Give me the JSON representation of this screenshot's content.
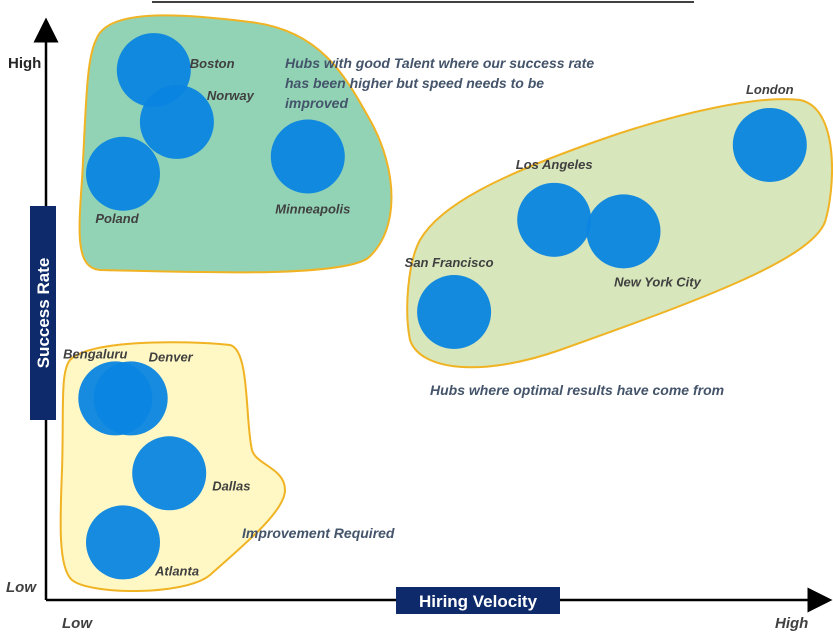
{
  "chart_data": {
    "type": "scatter",
    "title": "",
    "xlabel": "Hiring Velocity",
    "ylabel": "Success Rate",
    "x_ticks": {
      "low": "Low",
      "high": "High"
    },
    "y_ticks": {
      "low": "Low",
      "high": "High"
    },
    "xlim": [
      0,
      10
    ],
    "ylim": [
      0,
      10
    ],
    "grid": false,
    "points": [
      {
        "label": "Boston",
        "x": 1.4,
        "y": 9.2
      },
      {
        "label": "Norway",
        "x": 1.7,
        "y": 8.3
      },
      {
        "label": "Poland",
        "x": 1.0,
        "y": 7.4
      },
      {
        "label": "Minneapolis",
        "x": 3.4,
        "y": 7.7
      },
      {
        "label": "Los Angeles",
        "x": 6.6,
        "y": 6.6
      },
      {
        "label": "New York City",
        "x": 7.5,
        "y": 6.4
      },
      {
        "label": "London",
        "x": 9.4,
        "y": 7.9
      },
      {
        "label": "San Francisco",
        "x": 5.3,
        "y": 5.0
      },
      {
        "label": "Bengaluru",
        "x": 0.9,
        "y": 3.5
      },
      {
        "label": "Denver",
        "x": 1.1,
        "y": 3.5
      },
      {
        "label": "Dallas",
        "x": 1.6,
        "y": 2.2
      },
      {
        "label": "Atlanta",
        "x": 1.0,
        "y": 1.0
      }
    ],
    "annotations": [
      {
        "text_lines": [
          "Hubs with good Talent where our success rate",
          "has been higher but speed needs to be",
          "improved"
        ]
      },
      {
        "text_lines": [
          "Hubs where optimal results have come from"
        ]
      },
      {
        "text_lines": [
          "Improvement Required"
        ]
      }
    ],
    "colors": {
      "bubble": "#0a85e0",
      "top_left_region": "#92d3b6",
      "right_region": "#d7e6bb",
      "bottom_left_region": "#fff8c4",
      "region_border": "#f0b323",
      "axis_title_bg": "#0f2a6b"
    }
  }
}
